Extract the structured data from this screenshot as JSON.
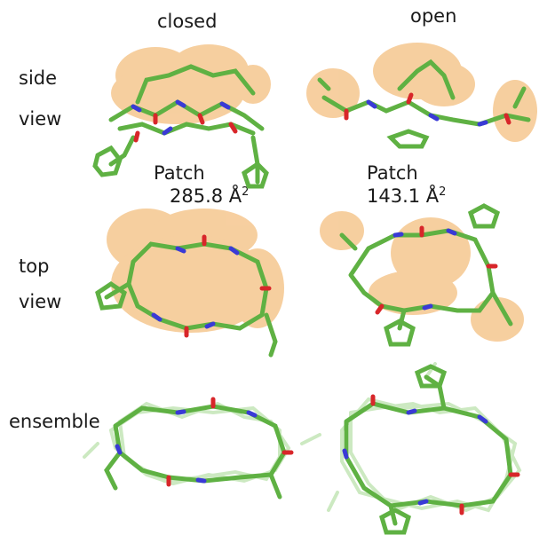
{
  "columns": {
    "closed": "closed",
    "open": "open"
  },
  "rows": {
    "side": [
      "side",
      "view"
    ],
    "top": [
      "top",
      "view"
    ],
    "ensemble": "ensemble"
  },
  "patches": {
    "closed": {
      "label": "Patch",
      "value": "285.8 Å",
      "exp": "2"
    },
    "open": {
      "label": "Patch",
      "value": "143.1 Å",
      "exp": "2"
    }
  },
  "colors": {
    "carbon": "#5fb143",
    "nitrogen": "#3a3ad6",
    "oxygen": "#d8262a",
    "hydrogen": "#d8d8d8",
    "surface": "#f2b266"
  }
}
